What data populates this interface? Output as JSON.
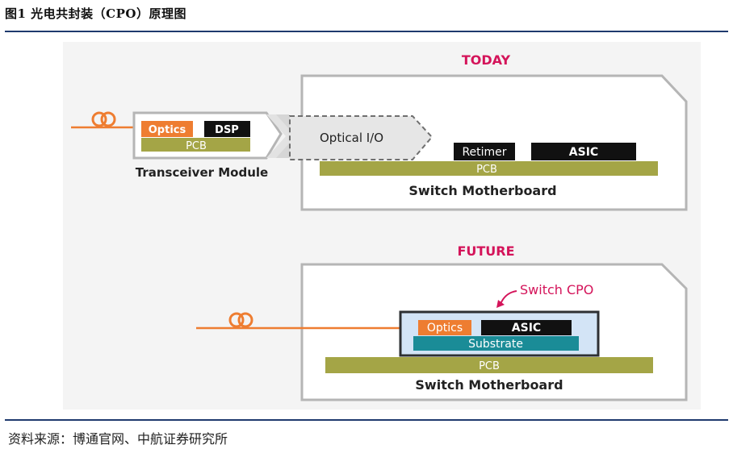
{
  "figure": {
    "title": "图1 光电共封装（CPO）原理图",
    "source": "资料来源：博通官网、中航证券研究所"
  },
  "today": {
    "heading": "TODAY",
    "transceiver_module": {
      "caption": "Transceiver Module",
      "optics_label": "Optics",
      "dsp_label": "DSP",
      "pcb_label": "PCB"
    },
    "optical_io_label": "Optical I/O",
    "switch": {
      "retimer_label": "Retimer",
      "asic_label": "ASIC",
      "pcb_label": "PCB",
      "caption": "Switch Motherboard"
    }
  },
  "future": {
    "heading": "FUTURE",
    "cpo_callout": "Switch CPO",
    "optics_label": "Optics",
    "asic_label": "ASIC",
    "substrate_label": "Substrate",
    "pcb_label": "PCB",
    "caption": "Switch Motherboard"
  },
  "colors": {
    "heading_red": "#d4145a",
    "optics_orange": "#ee7d31",
    "pcb_olive": "#a4a546",
    "substrate_teal": "#1a8c97",
    "cpo_fill": "#d3e4f6",
    "cpo_border": "#2e3033",
    "chip_black": "#111111",
    "outline_gray": "#b5b5b5",
    "panel_bg": "#f4f4f4"
  }
}
